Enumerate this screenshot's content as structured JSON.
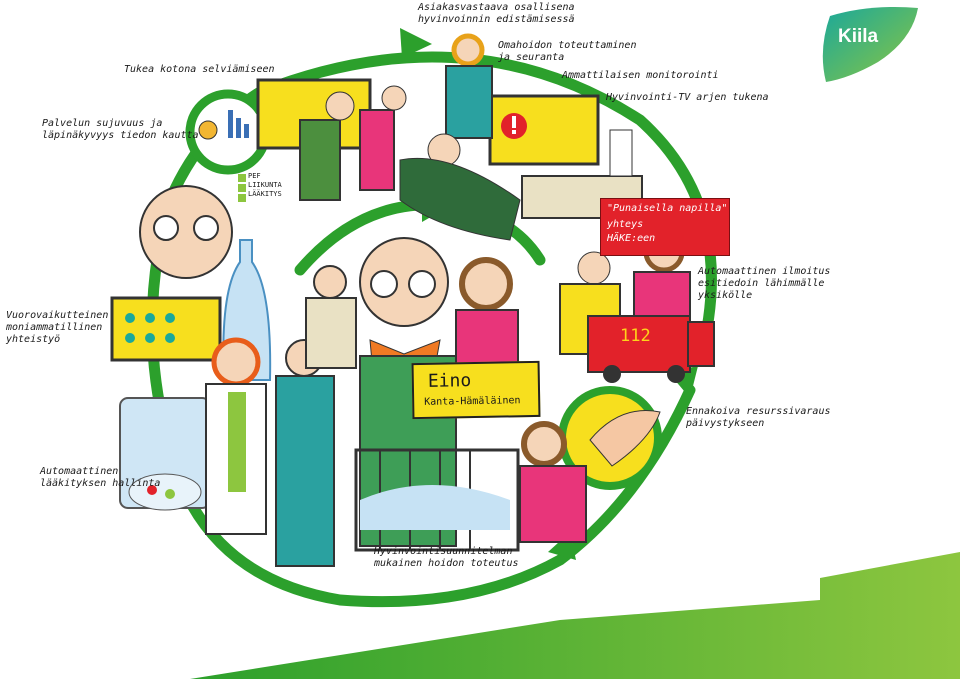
{
  "brand": {
    "name": "Kiila",
    "colors": {
      "green": "#2ca02c",
      "lime": "#8dc63f",
      "yellow": "#f7df1e",
      "red": "#e2222a",
      "teal": "#1aa89b"
    }
  },
  "patient": {
    "name": "Eino",
    "region": "Kanta-Hämäläinen"
  },
  "labels": {
    "customer_participation": "Asiakasvastaava osallisena\nhyvinvoinnin edistämisessä",
    "self_care": "Omahoidon toteuttaminen\nja seuranta",
    "professional_monitoring": "Ammattilaisen monitorointi",
    "wellbeing_tv": "Hyvinvointi-TV arjen tukena",
    "home_support": "Tukea kotona selviämiseen",
    "service_fluency": "Palvelun sujuvuus ja\nläpinäkyvyys tiedon kautta",
    "interaction": "Vuorovaikutteinen\nmoniammatillinen\nyhteistyö",
    "medication": "Automaattinen\nlääkityksen hallinta",
    "care_plan": "Hyvinvointisuunnitelman\nmukainen hoidon toteutus",
    "resource_reservation": "Ennakoiva resurssivaraus\npäivystykseen",
    "auto_notification": "Automaattinen ilmoitus\nesitiedoin lähimmälle\nyksikölle"
  },
  "red_sign": {
    "line1": "\"Punaisella napilla\"",
    "line2": "yhteys",
    "line3": "HÄKE:een"
  },
  "checklist": [
    "PEF",
    "LIIKUNTA",
    "LÄÄKITYS"
  ],
  "ambulance_number": "112"
}
